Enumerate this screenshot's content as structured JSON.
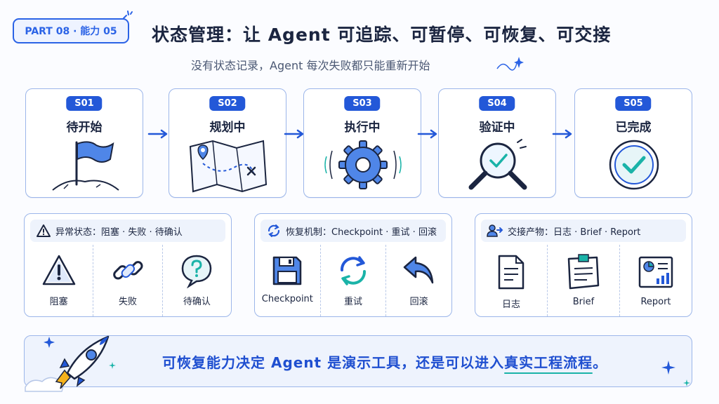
{
  "header": {
    "tag": "PART 08 · 能力 05",
    "title": "状态管理：让 Agent 可追踪、可暂停、可恢复、可交接",
    "subtitle": "没有状态记录，Agent 每次失败都只能重新开始"
  },
  "stages": [
    {
      "code": "S01",
      "label": "待开始",
      "icon": "flag-icon"
    },
    {
      "code": "S02",
      "label": "规划中",
      "icon": "map-icon"
    },
    {
      "code": "S03",
      "label": "执行中",
      "icon": "gear-icon"
    },
    {
      "code": "S04",
      "label": "验证中",
      "icon": "magnifier-check-icon"
    },
    {
      "code": "S05",
      "label": "已完成",
      "icon": "check-circle-icon"
    }
  ],
  "panels": {
    "exceptions": {
      "title": "异常状态：阻塞 · 失败 · 待确认",
      "items": [
        {
          "label": "阻塞",
          "icon": "warning-icon"
        },
        {
          "label": "失败",
          "icon": "broken-link-icon"
        },
        {
          "label": "待确认",
          "icon": "question-bubble-icon"
        }
      ]
    },
    "recovery": {
      "title": "恢复机制：Checkpoint · 重试 · 回滚",
      "items": [
        {
          "label": "Checkpoint",
          "icon": "save-icon"
        },
        {
          "label": "重试",
          "icon": "retry-icon"
        },
        {
          "label": "回滚",
          "icon": "undo-icon"
        }
      ]
    },
    "handoff": {
      "title": "交接产物：日志 · Brief · Report",
      "items": [
        {
          "label": "日志",
          "icon": "document-icon"
        },
        {
          "label": "Brief",
          "icon": "note-icon"
        },
        {
          "label": "Report",
          "icon": "report-chart-icon"
        }
      ]
    }
  },
  "footer": {
    "text_before": "可恢复能力决定 Agent 是演示工具，还是可以进入",
    "text_highlight": "真实工程流程",
    "text_after": "。"
  },
  "colors": {
    "accent": "#2358d8",
    "teal": "#1ab3a8",
    "border": "#9cb6ea"
  }
}
